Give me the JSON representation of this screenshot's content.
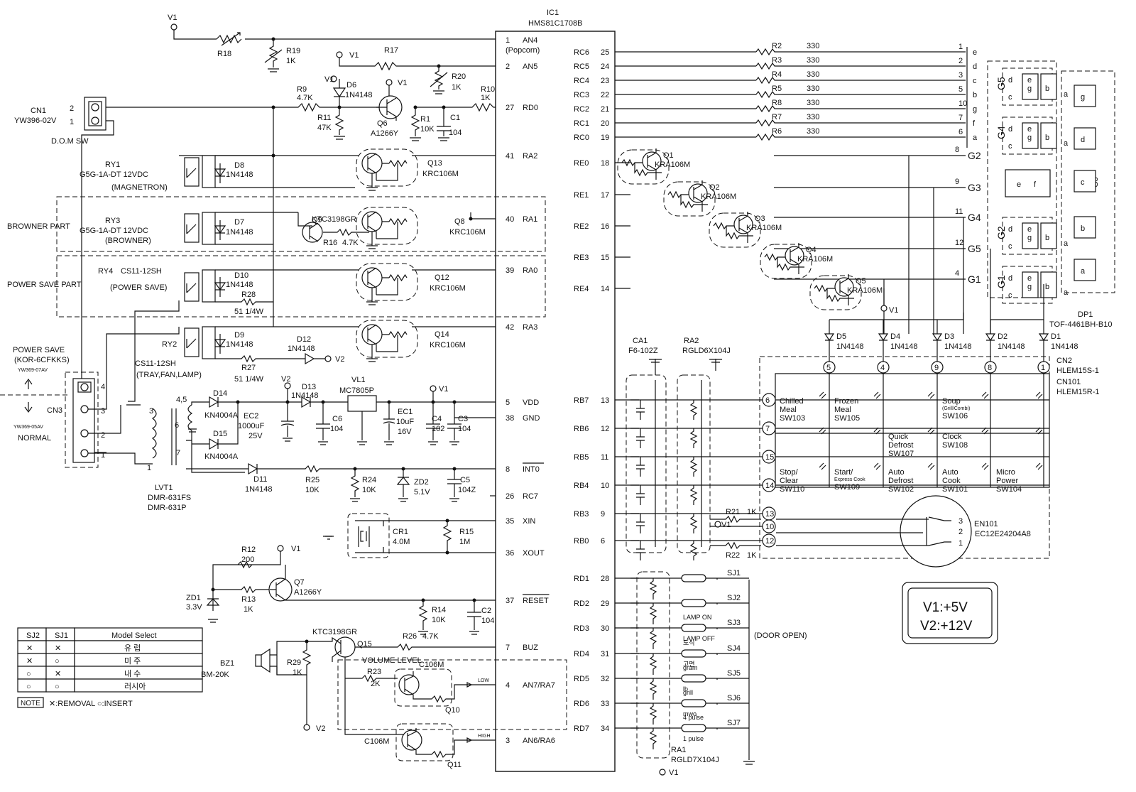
{
  "ic1": {
    "ref": "IC1",
    "part": "HMS81C1708B",
    "left_pins": [
      {
        "num": "1",
        "name": "AN4",
        "sub": "(Popcorn)"
      },
      {
        "num": "2",
        "name": "AN5"
      },
      {
        "num": "27",
        "name": "RD0"
      },
      {
        "num": "41",
        "name": "RA2"
      },
      {
        "num": "40",
        "name": "RA1"
      },
      {
        "num": "39",
        "name": "RA0"
      },
      {
        "num": "42",
        "name": "RA3"
      },
      {
        "num": "5",
        "name": "VDD"
      },
      {
        "num": "38",
        "name": "GND"
      },
      {
        "num": "8",
        "name": "INT0"
      },
      {
        "num": "26",
        "name": "RC7"
      },
      {
        "num": "35",
        "name": "XIN"
      },
      {
        "num": "36",
        "name": "XOUT"
      },
      {
        "num": "37",
        "name": "RESET"
      },
      {
        "num": "7",
        "name": "BUZ"
      },
      {
        "num": "4",
        "name": "AN7/RA7"
      },
      {
        "num": "3",
        "name": "AN6/RA6"
      }
    ],
    "right_pins": [
      {
        "name": "RC6",
        "num": "25"
      },
      {
        "name": "RC5",
        "num": "24"
      },
      {
        "name": "RC4",
        "num": "23"
      },
      {
        "name": "RC3",
        "num": "22"
      },
      {
        "name": "RC2",
        "num": "21"
      },
      {
        "name": "RC1",
        "num": "20"
      },
      {
        "name": "RC0",
        "num": "19"
      },
      {
        "name": "RE0",
        "num": "18"
      },
      {
        "name": "RE1",
        "num": "17"
      },
      {
        "name": "RE2",
        "num": "16"
      },
      {
        "name": "RE3",
        "num": "15"
      },
      {
        "name": "RE4",
        "num": "14"
      },
      {
        "name": "RB7",
        "num": "13"
      },
      {
        "name": "RB6",
        "num": "12"
      },
      {
        "name": "RB5",
        "num": "11"
      },
      {
        "name": "RB4",
        "num": "10"
      },
      {
        "name": "RB3",
        "num": "9"
      },
      {
        "name": "RB0",
        "num": "6"
      },
      {
        "name": "RD1",
        "num": "28"
      },
      {
        "name": "RD2",
        "num": "29"
      },
      {
        "name": "RD3",
        "num": "30"
      },
      {
        "name": "RD4",
        "num": "31"
      },
      {
        "name": "RD5",
        "num": "32"
      },
      {
        "name": "RD6",
        "num": "33"
      },
      {
        "name": "RD7",
        "num": "34"
      }
    ]
  },
  "segment_lines": [
    {
      "ref": "R2",
      "val": "330",
      "pin": "1",
      "seg": "e"
    },
    {
      "ref": "R3",
      "val": "330",
      "pin": "2",
      "seg": "d"
    },
    {
      "ref": "R4",
      "val": "330",
      "pin": "3",
      "seg": "c"
    },
    {
      "ref": "R5",
      "val": "330",
      "pin": "5",
      "seg": "b"
    },
    {
      "ref": "R8",
      "val": "330",
      "pin": "10",
      "seg": "g"
    },
    {
      "ref": "R7",
      "val": "330",
      "pin": "7",
      "seg": "f"
    },
    {
      "ref": "R6",
      "val": "330",
      "pin": "6",
      "seg": "a"
    }
  ],
  "grid_lines": [
    {
      "pin": "8",
      "name": "G2"
    },
    {
      "pin": "9",
      "name": "G3"
    },
    {
      "pin": "11",
      "name": "G4"
    },
    {
      "pin": "12",
      "name": "G5"
    },
    {
      "pin": "4",
      "name": "G1"
    }
  ],
  "grid_transistors": [
    {
      "ref": "Q1",
      "part": "KRA106M"
    },
    {
      "ref": "Q2",
      "part": "KRA106M"
    },
    {
      "ref": "Q3",
      "part": "KRA106M"
    },
    {
      "ref": "Q4",
      "part": "KRA106M"
    },
    {
      "ref": "Q5",
      "part": "KRA106M"
    }
  ],
  "display": {
    "ref": "DP1",
    "part": "TOF-4461BH-B10",
    "digit_labels": [
      "G5",
      "G4",
      "G2",
      "G1"
    ],
    "g3_label": "G3",
    "seg_letters": [
      "d",
      "e",
      "g",
      "c",
      "b",
      "a",
      "f"
    ]
  },
  "scan_diodes": [
    {
      "ref": "D5",
      "part": "1N4148",
      "node": "5"
    },
    {
      "ref": "D4",
      "part": "1N4148",
      "node": "4"
    },
    {
      "ref": "D3",
      "part": "1N4148",
      "node": "9"
    },
    {
      "ref": "D2",
      "part": "1N4148",
      "node": "8"
    },
    {
      "ref": "D1",
      "part": "1N4148",
      "node": "1"
    }
  ],
  "connectors": {
    "cn2": "CN2",
    "cn2_part": "HLEM15S-1",
    "cn101": "CN101",
    "cn101_part": "HLEM15R-1",
    "row_nodes": [
      "6",
      "7",
      "15",
      "14",
      "13",
      "10",
      "12"
    ]
  },
  "keys": [
    {
      "label": "Chilled Meal",
      "sw": "SW103"
    },
    {
      "label": "Frozen Meal",
      "sw": "SW105"
    },
    {
      "label": "",
      "sw": ""
    },
    {
      "label": "Soup",
      "sub": "(Grill/Combi)",
      "sw": "SW106"
    },
    {
      "label": "",
      "sw": ""
    },
    {
      "label": "",
      "sw": ""
    },
    {
      "label": "",
      "sw": ""
    },
    {
      "label": "Quick Defrost",
      "sw": "SW107"
    },
    {
      "label": "Clock",
      "sw": "SW108"
    },
    {
      "label": "",
      "sw": ""
    },
    {
      "label": "Stop/ Clear",
      "sw": "SW110"
    },
    {
      "label": "Start/",
      "sub": "Express Cook",
      "sw": "SW109"
    },
    {
      "label": "Auto Defrost",
      "sw": "SW102"
    },
    {
      "label": "Auto Cook",
      "sw": "SW101"
    },
    {
      "label": "Micro Power",
      "sw": "SW104"
    }
  ],
  "encoder": {
    "ref": "EN101",
    "part": "EC12E24204A8",
    "pins": [
      "3",
      "2",
      "1"
    ]
  },
  "supplies": {
    "v1": "V1:+5V",
    "v2": "V2:+12V"
  },
  "resistor_arrays": {
    "ca1_ref": "CA1",
    "ca1_part": "F6-102Z",
    "ra2_ref": "RA2",
    "ra2_part": "RGLD6X104J",
    "ra1_ref": "RA1",
    "ra1_part": "RGLD7X104J"
  },
  "rb_resistors": [
    {
      "ref": "R21",
      "val": "1K"
    },
    {
      "ref": "R22",
      "val": "1K"
    }
  ],
  "jumpers": [
    {
      "ref": "SJ1",
      "note": ""
    },
    {
      "ref": "SJ2",
      "note": ""
    },
    {
      "ref": "SJ3",
      "note": "(DOOR OPEN)",
      "top": "LAMP ON",
      "bottom": "LAMP OFF"
    },
    {
      "ref": "SJ4",
      "top": "도식",
      "bottom": "고면"
    },
    {
      "ref": "SJ5",
      "top": "gram",
      "bottom": "lb"
    },
    {
      "ref": "SJ6",
      "top": "grill",
      "bottom": "mwo"
    },
    {
      "ref": "SJ7",
      "top": "4 pulse",
      "bottom": "1 pulse"
    }
  ],
  "model_table": {
    "headers": [
      "SJ2",
      "SJ1",
      "Model Select"
    ],
    "rows": [
      [
        "✕",
        "✕",
        "유 럽"
      ],
      [
        "✕",
        "○",
        "미 주"
      ],
      [
        "○",
        "✕",
        "내 수"
      ],
      [
        "○",
        "○",
        "러시아"
      ]
    ],
    "note_tag": "NOTE",
    "note_text": "✕:REMOVAL  ○:INSERT"
  },
  "left_section": {
    "v1": "V1",
    "v2": "V2",
    "r18": "R18",
    "r19": "R19",
    "r19_val": "1K",
    "r17": "R17",
    "r20": "R20",
    "r20_val": "1K",
    "r10": "R10",
    "r10_val": "1K",
    "r9": "R9",
    "r9_val": "4.7K",
    "r11": "R11",
    "r11_val": "47K",
    "d6": "D6",
    "d6_part": "1N4148",
    "q6": "Q6",
    "q6_part": "A1266Y",
    "r1": "R1",
    "r1_val": "10K",
    "c1": "C1",
    "c1_val": "104",
    "cn1": "CN1",
    "cn1_part": "YW396-02V",
    "cn1_name": "D.O.M SW",
    "ry1": "RY1",
    "ry1_part": "G5G-1A-DT 12VDC",
    "ry1_name": "(MAGNETRON)",
    "d8": "D8",
    "d8_part": "1N4148",
    "q13": "Q13",
    "q13_part": "KRC106M",
    "browner": "BROWNER PART",
    "ry3": "RY3",
    "ry3_part": "G5G-1A-DT 12VDC",
    "ry3_name": "(BROWNER)",
    "d7": "D7",
    "d7_part": "1N4148",
    "q9": "Q9",
    "q9_part": "KTC3198GR",
    "r16": "R16",
    "r16_val": "4.7K",
    "q8": "Q8",
    "q8_part": "KRC106M",
    "powersave": "POWER SAVE PART",
    "ry4": "RY4",
    "ry4_part": "CS11-12SH",
    "ry4_name": "(POWER SAVE)",
    "d10": "D10",
    "d10_part": "1N4148",
    "r28": "R28",
    "r28_val": "51 1/4W",
    "q12": "Q12",
    "q12_part": "KRC106M",
    "ps_title": "POWER SAVE",
    "ps_part": "(KOR-6CFKKS)",
    "ps_conn": "YW369-07AV",
    "normal": "NORMAL",
    "normal_conn": "YW369-05AV",
    "cn3": "CN3",
    "ry2": "RY2",
    "ry2_part": "CS11-12SH",
    "ry2_name": "(TRAY,FAN,LAMP)",
    "d9": "D9",
    "d9_part": "1N4148",
    "r27": "R27",
    "r27_val": "51 1/4W",
    "d12": "D12",
    "d12_part": "1N4148",
    "q14": "Q14",
    "q14_part": "KRC106M",
    "d13": "D13",
    "d13_part": "1N4148",
    "vl1": "VL1",
    "vl1_part": "MC7805P",
    "d14": "D14",
    "d14_part": "KN4004A",
    "d15": "D15",
    "d15_part": "KN4004A",
    "ec2": "EC2",
    "ec2_val": "1000uF",
    "ec2_v": "25V",
    "c6": "C6",
    "c6_val": "104",
    "ec1": "EC1",
    "ec1_val": "10uF",
    "ec1_v": "16V",
    "c4": "C4",
    "c4_val": "102",
    "c3": "C3",
    "c3_val": "104",
    "lvt1": "LVT1",
    "lvt1_part1": "DMR-631FS",
    "lvt1_part2": "DMR-631P",
    "d11": "D11",
    "d11_part": "1N4148",
    "r25": "R25",
    "r25_val": "10K",
    "r24": "R24",
    "r24_val": "10K",
    "zd2": "ZD2",
    "zd2_val": "5.1V",
    "c5": "C5",
    "c5_val": "104Z",
    "cr1": "CR1",
    "cr1_val": "4.0M",
    "r15": "R15",
    "r15_val": "1M",
    "r12": "R12",
    "r12_val": "200",
    "r13": "R13",
    "r13_val": "1K",
    "zd1": "ZD1",
    "zd1_val": "3.3V",
    "q7": "Q7",
    "q7_part": "A1266Y",
    "r14": "R14",
    "r14_val": "10K",
    "c2": "C2",
    "c2_val": "104",
    "q15": "Q15",
    "q15_part": "KTC3198GR",
    "r26": "R26",
    "r26_val": "4.7K",
    "bz1": "BZ1",
    "bz1_part": "BM-20K",
    "r29": "R29",
    "r29_val": "1K",
    "volume": "VOLUME LEVEL",
    "r23": "R23",
    "r23_val": "2K",
    "q10": "Q10",
    "q10_part": "C106M",
    "q11": "Q11",
    "q11_part": "C106M",
    "low": "LOW",
    "high": "HIGH",
    "tx_pins": {
      "p45": "4,5",
      "p6": "6",
      "p7": "7",
      "p3": "3",
      "p1": "1"
    }
  }
}
